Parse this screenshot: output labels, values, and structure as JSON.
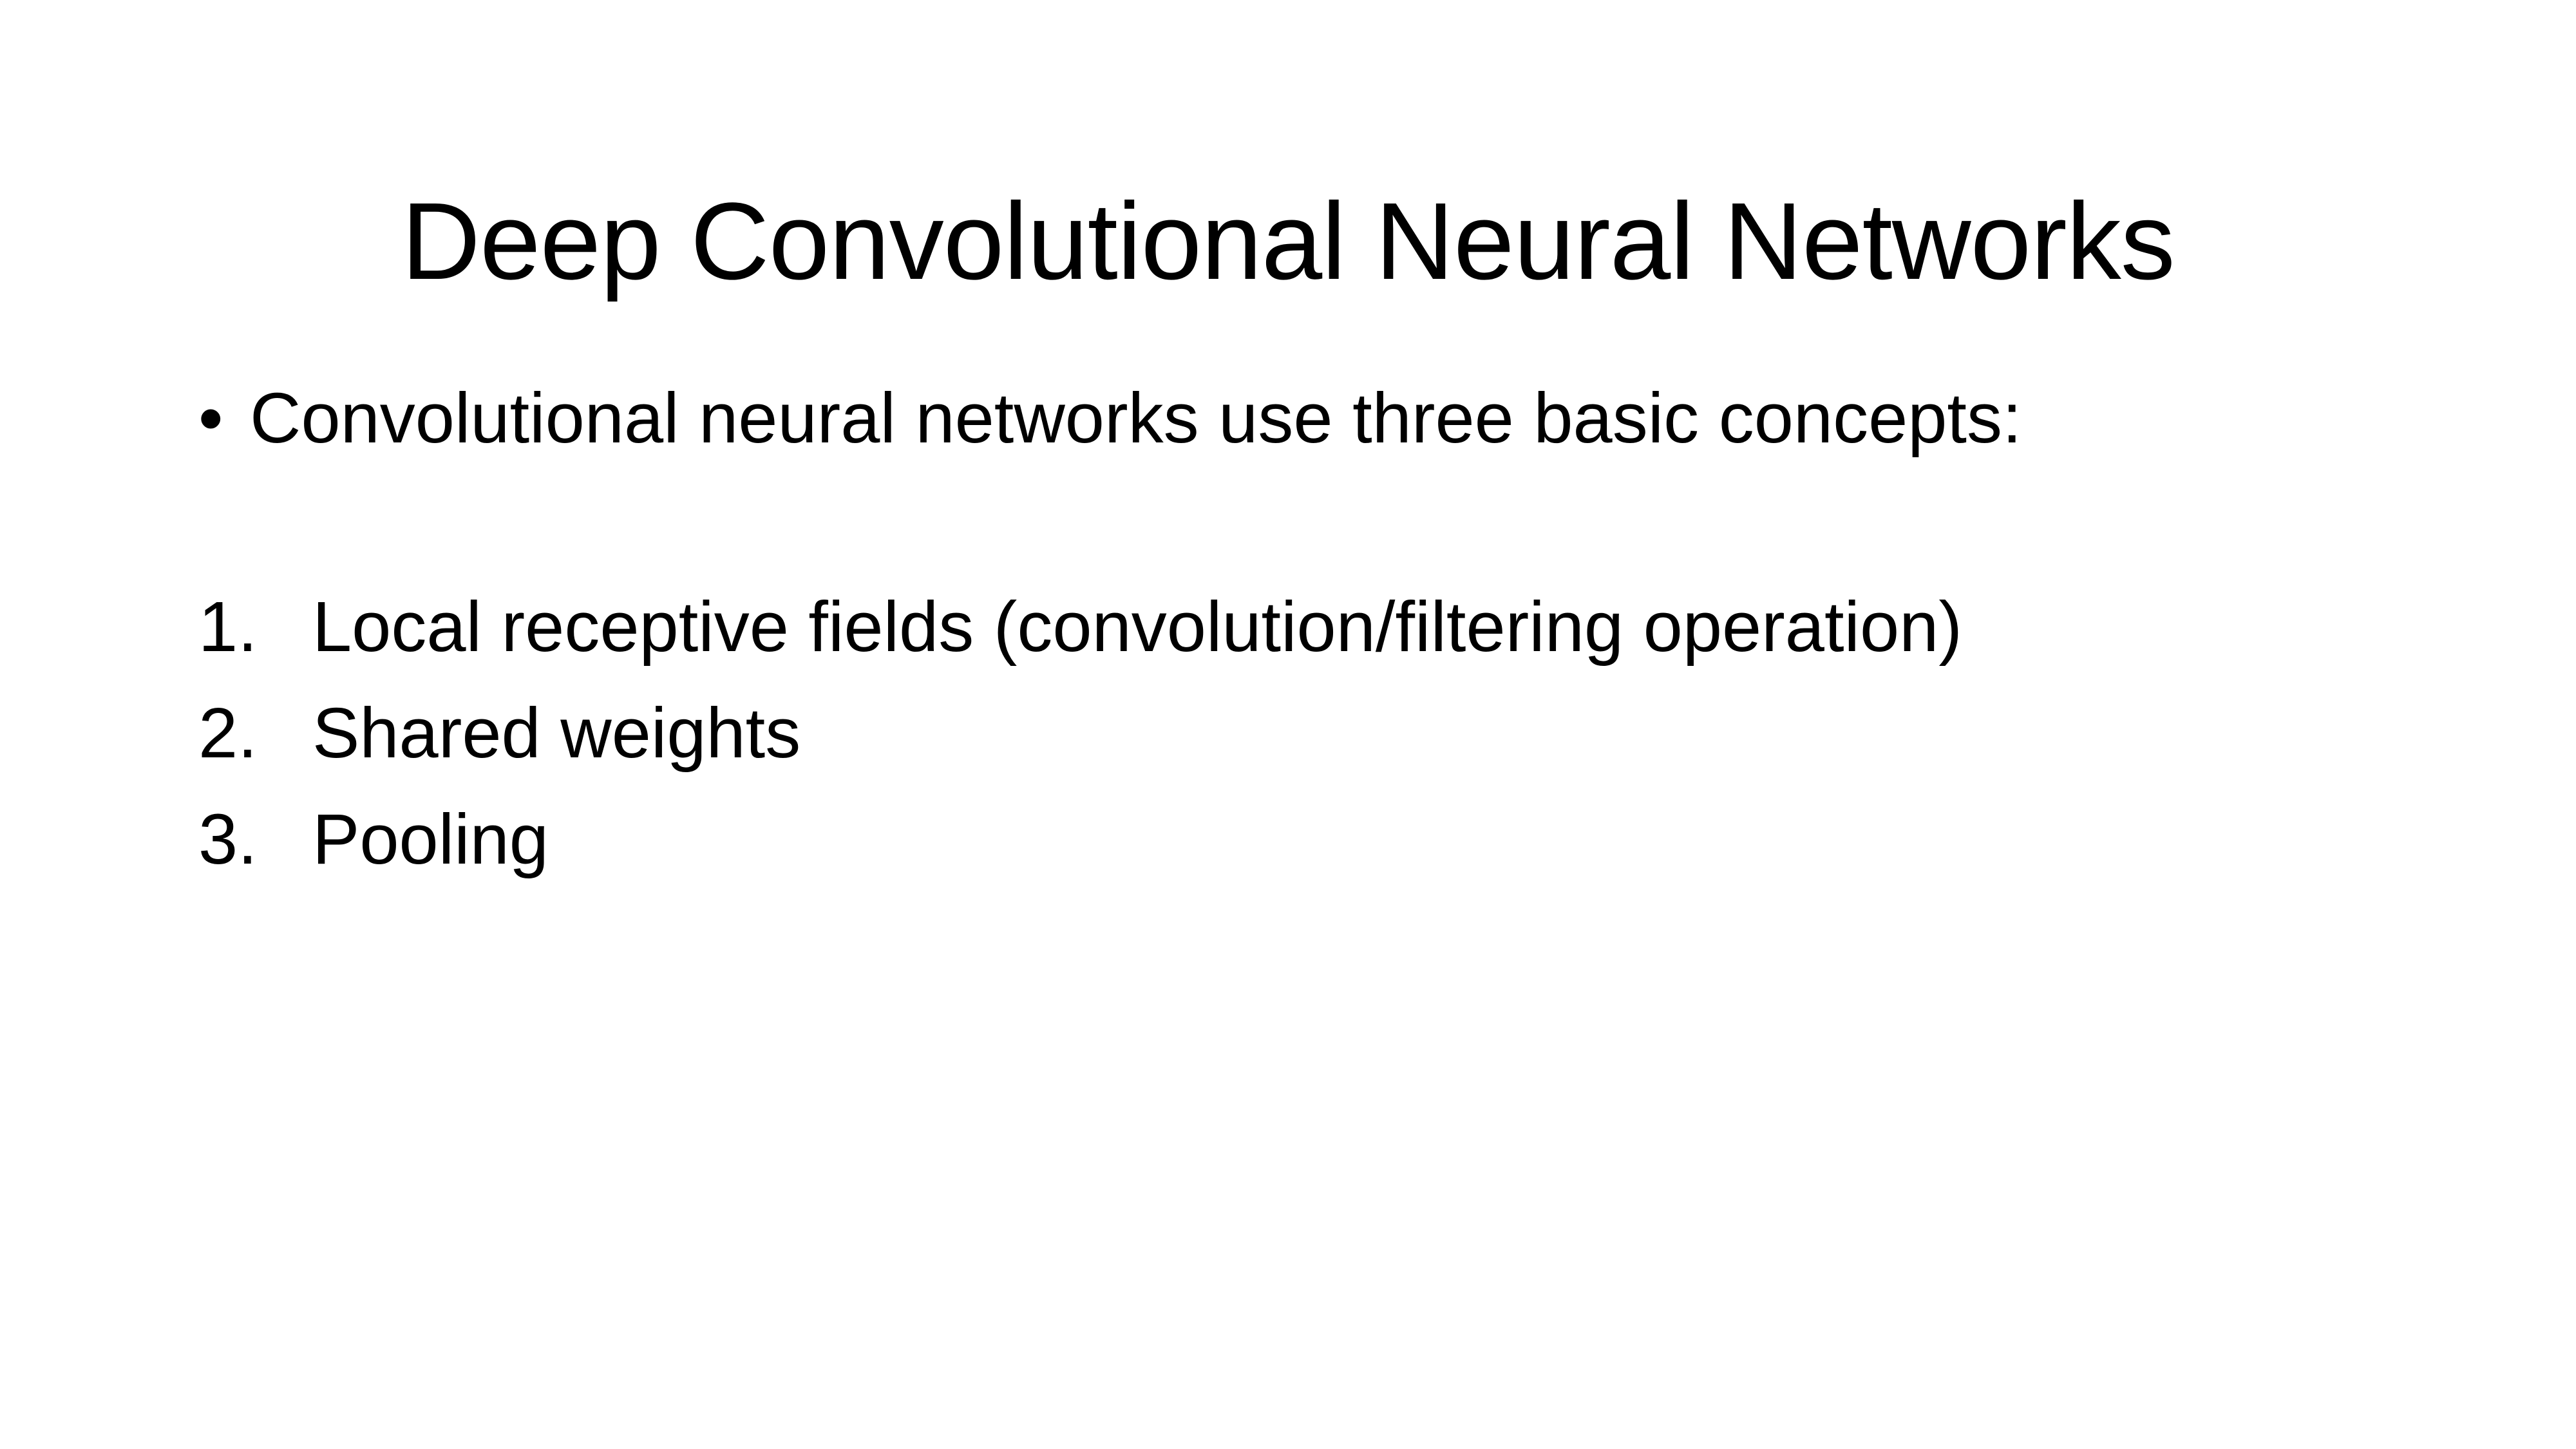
{
  "slide": {
    "background_color": "#FFFFFF",
    "text_color": "#000000",
    "title": "Deep Convolutional Neural Networks",
    "body": {
      "bullets": [
        {
          "marker": "•",
          "text": "Convolutional neural networks use three basic concepts:"
        }
      ],
      "numbered_items": [
        {
          "marker": "1.",
          "text": "Local receptive fields (convolution/filtering operation)"
        },
        {
          "marker": "2.",
          "text": "Shared weights"
        },
        {
          "marker": "3.",
          "text": "Pooling"
        }
      ]
    }
  }
}
